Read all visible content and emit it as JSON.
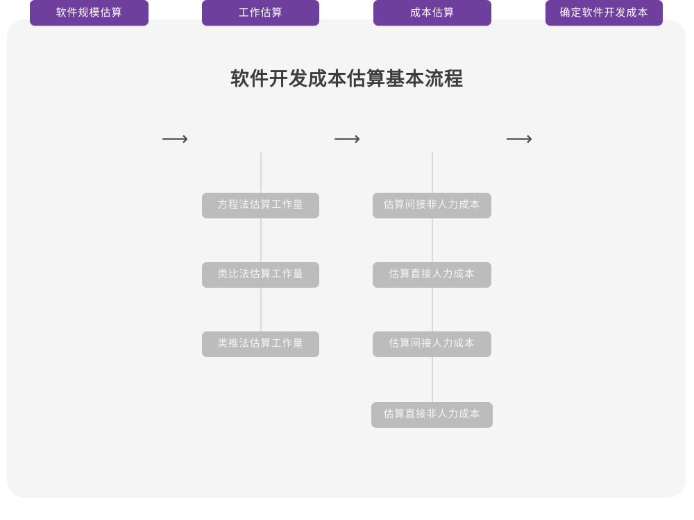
{
  "title": "软件开发成本估算基本流程",
  "colors": {
    "stage_fill": "#6f3f9e",
    "sub_fill": "#bcbcbc",
    "card_bg": "#f5f5f6",
    "page_bg": "#ffffff",
    "connector": "#d9d9d9",
    "title_text": "#3d3d3d"
  },
  "arrow_glyph": "⟶",
  "stages": [
    {
      "label": "软件规模估算"
    },
    {
      "label": "工作估算"
    },
    {
      "label": "成本估算"
    },
    {
      "label": "确定软件开发成本"
    }
  ],
  "arrows": [
    {
      "name": "arrow-size-to-effort"
    },
    {
      "name": "arrow-effort-to-cost"
    },
    {
      "name": "arrow-cost-to-final"
    }
  ],
  "branches": {
    "effort": {
      "parent": "工作估算",
      "items": [
        {
          "label": "方程法估算工作量"
        },
        {
          "label": "类比法估算工作量"
        },
        {
          "label": "类推法估算工作量"
        }
      ]
    },
    "cost": {
      "parent": "成本估算",
      "items": [
        {
          "label": "估算间接非人力成本"
        },
        {
          "label": "估算直接人力成本"
        },
        {
          "label": "估算间接人力成本"
        },
        {
          "label": "估算直接非人力成本"
        }
      ]
    }
  }
}
